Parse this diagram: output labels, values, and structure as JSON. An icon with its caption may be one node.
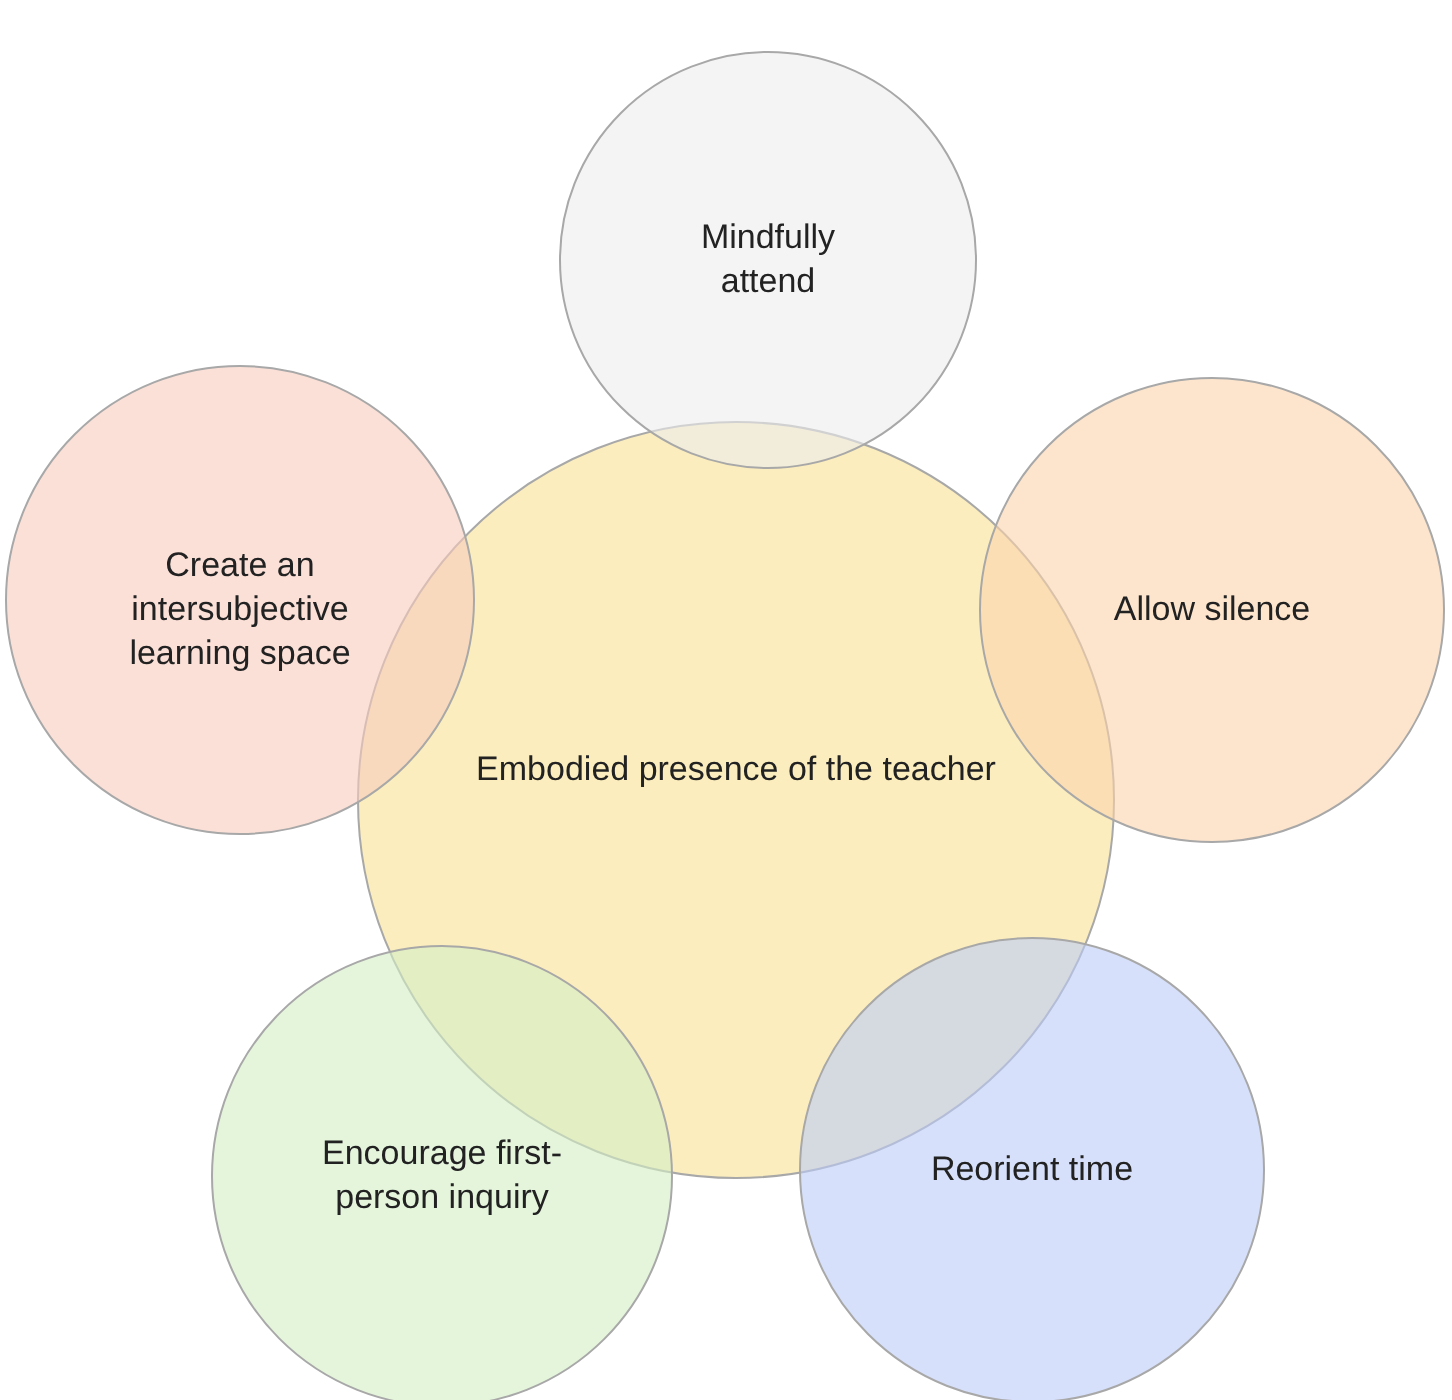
{
  "diagram": {
    "nodes": [
      {
        "text": [
          "Mindfully attend"
        ]
      },
      {
        "text": [
          "Create an intersubjective learning space"
        ]
      },
      {
        "text": [
          "Allow silence"
        ]
      },
      {
        "text": [
          "Embodied presence of the teacher"
        ]
      },
      {
        "text": [
          "Encourage first-person inquiry"
        ]
      },
      {
        "text": [
          "Reorient time"
        ]
      }
    ]
  }
}
